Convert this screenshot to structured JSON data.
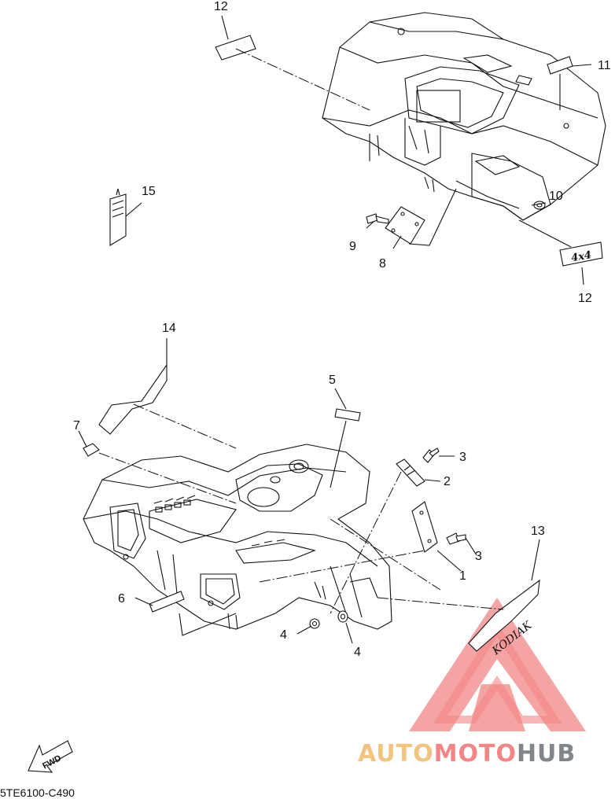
{
  "diagram_code": "5TE6100-C490",
  "fwd_label": "FWD",
  "decal_text_4x4": "4x4",
  "decal_text_kodiak": "KODIAK",
  "watermark": {
    "part1": "AUTO",
    "part2": "MOTO",
    "part3": "HUB",
    "color_gold": "#f2b96a",
    "color_red": "#f07070",
    "color_dark": "#6d7278"
  },
  "callouts": [
    {
      "id": "c12a",
      "label": "12"
    },
    {
      "id": "c11",
      "label": "11"
    },
    {
      "id": "c15",
      "label": "15"
    },
    {
      "id": "c10",
      "label": "10"
    },
    {
      "id": "c9",
      "label": "9"
    },
    {
      "id": "c8",
      "label": "8"
    },
    {
      "id": "c12b",
      "label": "12"
    },
    {
      "id": "c14",
      "label": "14"
    },
    {
      "id": "c5",
      "label": "5"
    },
    {
      "id": "c7",
      "label": "7"
    },
    {
      "id": "c3a",
      "label": "3"
    },
    {
      "id": "c2",
      "label": "2"
    },
    {
      "id": "c13",
      "label": "13"
    },
    {
      "id": "c3b",
      "label": "3"
    },
    {
      "id": "c1",
      "label": "1"
    },
    {
      "id": "c6",
      "label": "6"
    },
    {
      "id": "c4a",
      "label": "4"
    },
    {
      "id": "c4b",
      "label": "4"
    }
  ]
}
